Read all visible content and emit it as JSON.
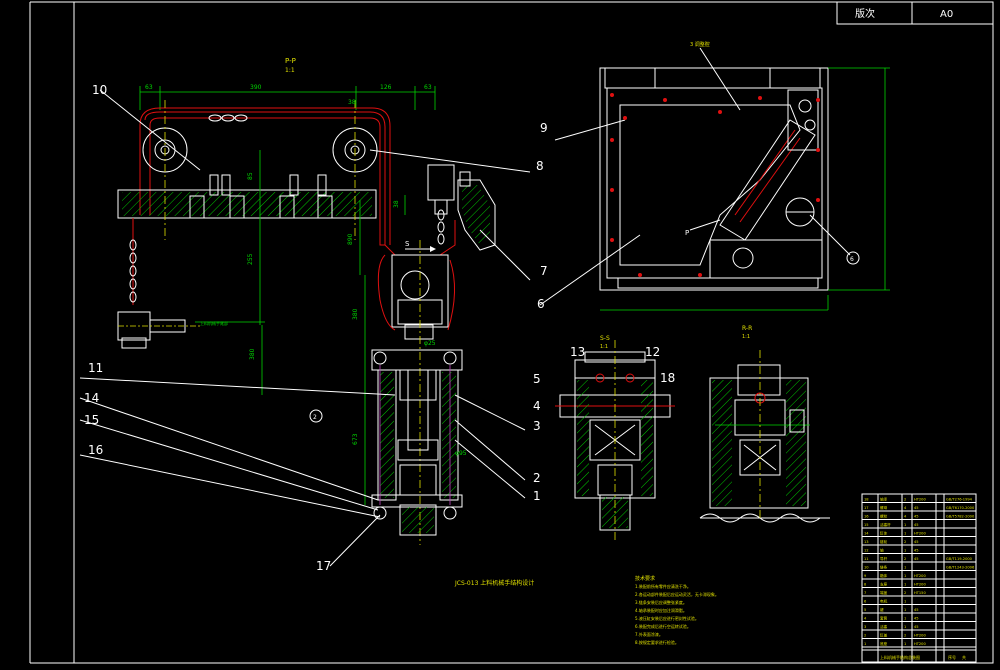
{
  "title_block": {
    "version_label": "版次",
    "sheet_size": "A0",
    "drawing_name": "上料机械手结构总装图",
    "small_row_label": "序号",
    "small_row_value": "共"
  },
  "center_caption": "JCS-013 上料机械手结构设计",
  "views": {
    "pp_label": "P-P",
    "pp_scale": "1:1",
    "ss_label": "S-S",
    "ss_scale": "1:1",
    "rr_label": "R-R",
    "rr_scale": "1:1",
    "p_arrow": "P",
    "s_arrow": "S"
  },
  "dimensions": {
    "d63a": "63",
    "d390": "390",
    "d126": "126",
    "d63b": "63",
    "d85": "85",
    "d38": "38",
    "d38b": "38",
    "d890": "890",
    "d255": "255",
    "d380": "380",
    "d380b": "380",
    "d673": "673",
    "d25": "φ25",
    "d95": "φ95",
    "top_note": "3 调整腔",
    "gripper_note": "上料机械手尾部"
  },
  "balloons": {
    "b1": "1",
    "b2": "2",
    "b3": "3",
    "b4": "4",
    "b5": "5",
    "b6": "6",
    "b7": "7",
    "b8": "8",
    "b9": "9",
    "b10": "10",
    "b11": "11",
    "b12": "12",
    "b13": "13",
    "b14": "14",
    "b15": "15",
    "b16": "16",
    "b17": "17",
    "b18": "18",
    "circ_a": "6",
    "circ_b": "2"
  },
  "tech_notes": {
    "heading": "技术要求",
    "lines": [
      "1.装配前所有零件应清洗干净。",
      "2.各运动部件装配后应运动灵活，无卡滞现象。",
      "3.链条安装后应调整张紧度。",
      "4.轴承装配时应加注润滑脂。",
      "5.液压缸安装后应进行密封性试验。",
      "6.装配完成后进行空运转试验。",
      "7.外表面涂漆。",
      "8.按规定要求进行检验。"
    ]
  },
  "parts_list": {
    "rows": [
      [
        "18",
        "轴承",
        "2",
        "HT200",
        "",
        "GB/T276-1994"
      ],
      [
        "17",
        "螺母",
        "4",
        "45",
        "",
        "GB/T6170-2000"
      ],
      [
        "16",
        "螺栓",
        "4",
        "45",
        "",
        "GB/T5782-2000"
      ],
      [
        "15",
        "活塞杆",
        "1",
        "45",
        "",
        ""
      ],
      [
        "14",
        "缸体",
        "1",
        "HT200",
        "",
        ""
      ],
      [
        "13",
        "链轮",
        "2",
        "45",
        "",
        ""
      ],
      [
        "12",
        "轴",
        "1",
        "45",
        "",
        ""
      ],
      [
        "11",
        "导杆",
        "2",
        "45",
        "",
        "GB/T119-2000"
      ],
      [
        "10",
        "链条",
        "1",
        "",
        "",
        "GB/T1243-2006"
      ],
      [
        "9",
        "箱体",
        "1",
        "HT200",
        "",
        ""
      ],
      [
        "8",
        "支座",
        "1",
        "HT200",
        "",
        ""
      ],
      [
        "7",
        "端盖",
        "2",
        "HT150",
        "",
        ""
      ],
      [
        "6",
        "电机",
        "1",
        "",
        "",
        ""
      ],
      [
        "5",
        "键",
        "1",
        "45",
        "",
        ""
      ],
      [
        "4",
        "套筒",
        "1",
        "45",
        "",
        ""
      ],
      [
        "3",
        "活塞",
        "1",
        "45",
        "",
        ""
      ],
      [
        "2",
        "缸盖",
        "2",
        "HT200",
        "",
        ""
      ],
      [
        "1",
        "底座",
        "1",
        "HT200",
        "",
        ""
      ]
    ]
  },
  "colors": {
    "background": "#000000",
    "outline": "#ffffff",
    "dimension": "#00d400",
    "section": "#e01010",
    "text": "#e0e000"
  }
}
